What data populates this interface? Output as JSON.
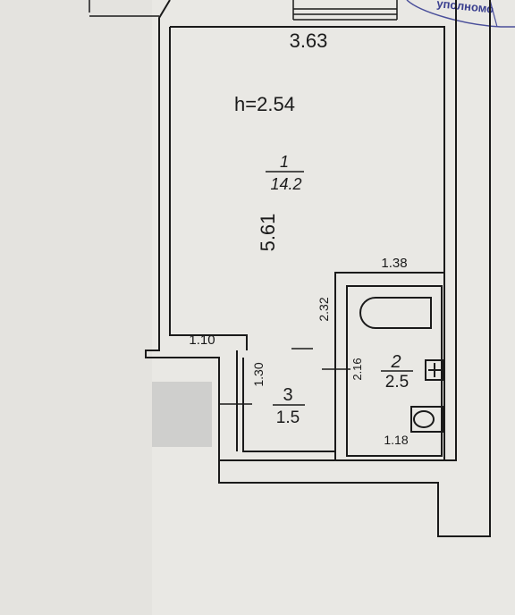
{
  "stamp": {
    "text": "уполномо"
  },
  "ceiling": {
    "text": "h=2.54"
  },
  "dimensions": {
    "top_width": "3.63",
    "room_length": "5.61",
    "bath_top": "1.38",
    "bath_height": "2.32",
    "corridor_top": "1.10",
    "corridor_side": "1.30",
    "bath_side": "2.16",
    "bath_bottom": "1.18"
  },
  "rooms": [
    {
      "number": "1",
      "area": "14.2"
    },
    {
      "number": "2",
      "area": "2.5"
    },
    {
      "number": "3",
      "area": "1.5"
    }
  ],
  "colors": {
    "paper": "#e9e8e4",
    "ink": "#1a1a1a",
    "stamp": "#3a3f8f",
    "redaction": "#cfcfcd"
  }
}
